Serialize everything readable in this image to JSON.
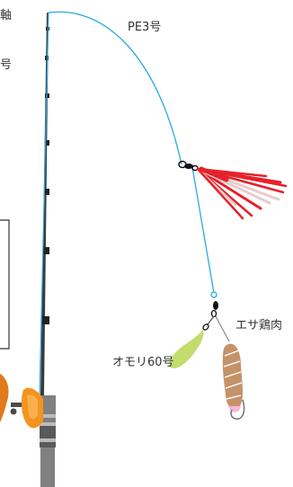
{
  "labels": {
    "line": "PE3号",
    "bait": "エサ鶏肉",
    "sinker": "オモリ60号",
    "cut_text_top": "軸",
    "cut_text_mid": "号"
  },
  "colors": {
    "line": "#29abe2",
    "rod": "#3a3a3a",
    "reel": "#f3941f",
    "sinker": "#c4dc6e",
    "bait": "#c59269",
    "lure": "#e5222a"
  }
}
